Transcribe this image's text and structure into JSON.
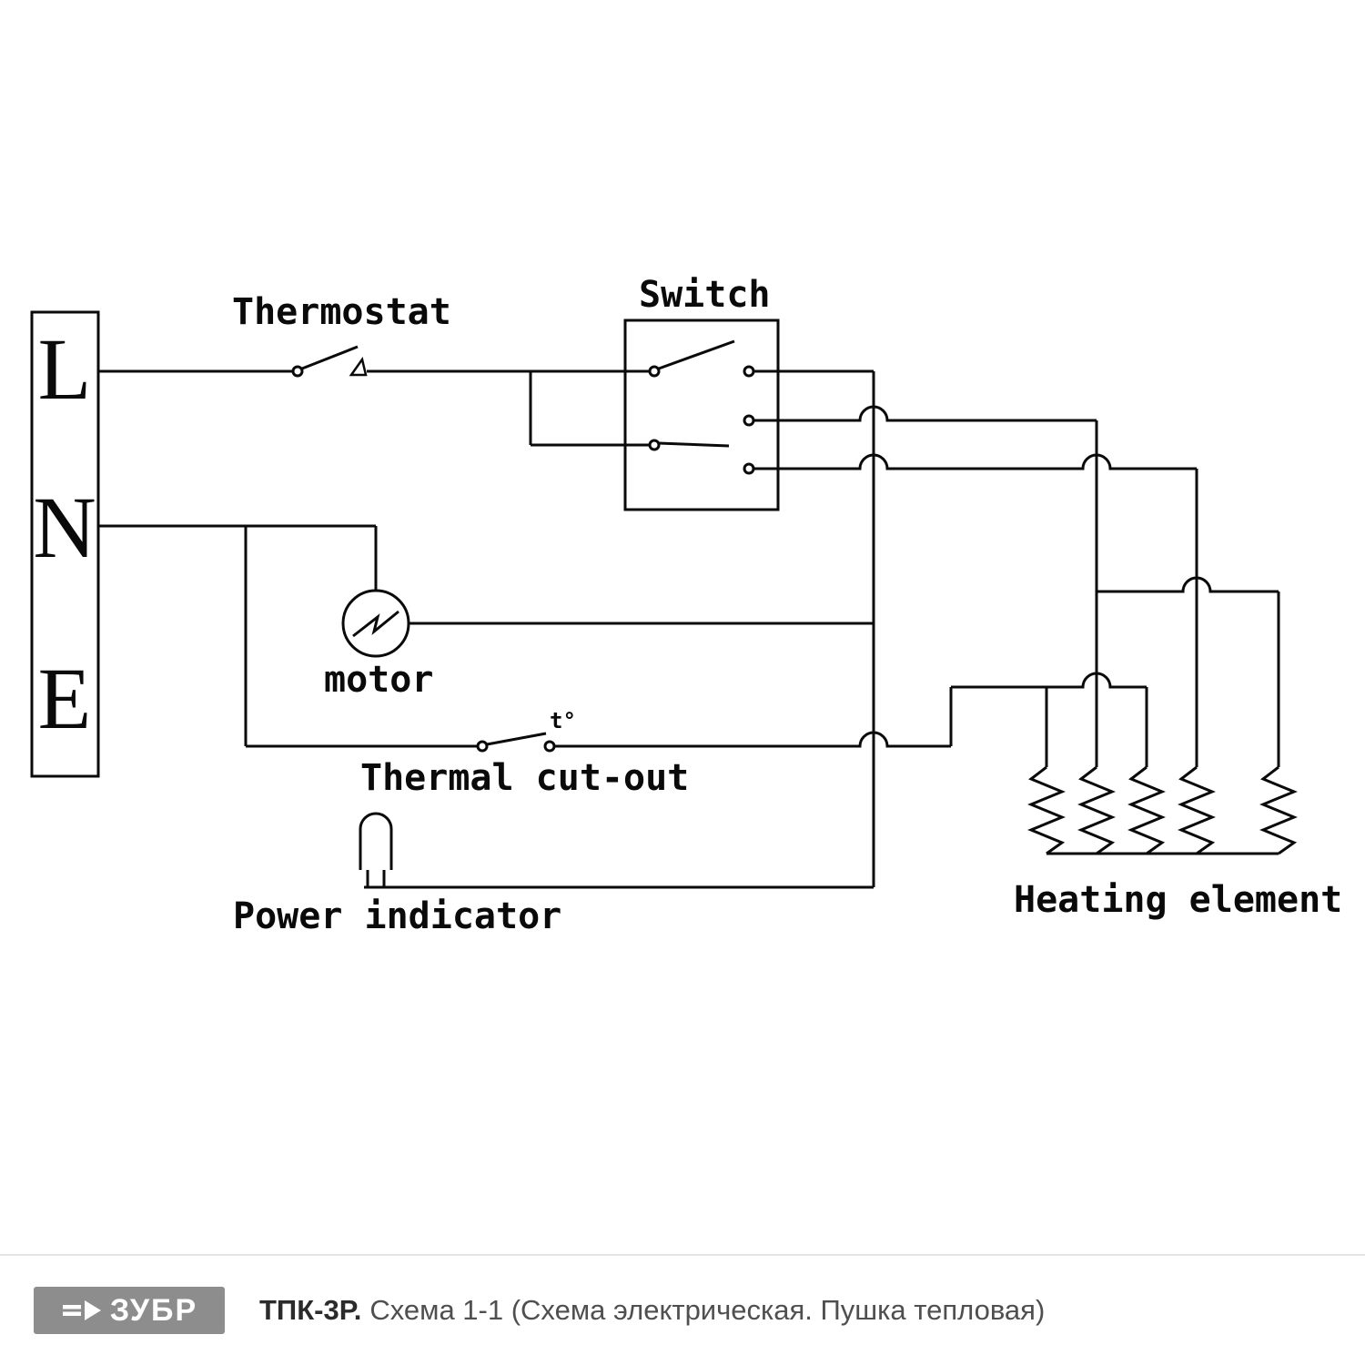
{
  "diagram": {
    "terminals": {
      "l": "L",
      "n": "N",
      "e": "E"
    },
    "labels": {
      "thermostat": "Thermostat",
      "switch": "Switch",
      "motor": "motor",
      "thermal_cutout": "Thermal cut-out",
      "temp_mark": "t°",
      "power_indicator": "Power indicator",
      "heating_element": "Heating element"
    },
    "line_color": "#000000",
    "background": "#ffffff"
  },
  "footer": {
    "brand": "ЗУБР",
    "brand_bg": "#8d8d8d",
    "model": "ТПК-3Р.",
    "caption": "Схема 1-1 (Схема электрическая. Пушка тепловая)"
  }
}
